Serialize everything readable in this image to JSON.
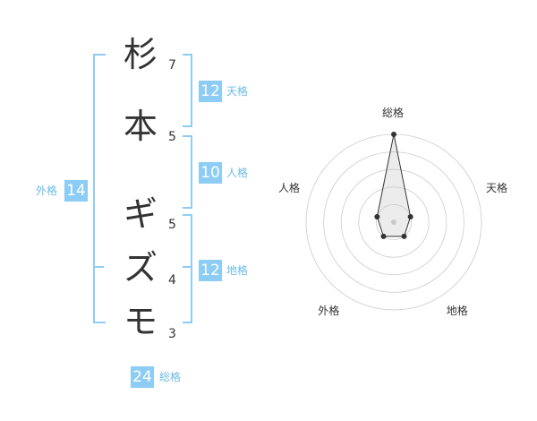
{
  "name": {
    "characters": [
      {
        "char": "杉",
        "strokes": "7"
      },
      {
        "char": "本",
        "strokes": "5"
      },
      {
        "char": "ギ",
        "strokes": "5"
      },
      {
        "char": "ズ",
        "strokes": "4"
      },
      {
        "char": "モ",
        "strokes": "3"
      }
    ]
  },
  "fortune": {
    "tenkaku": {
      "value": "12",
      "label": "天格"
    },
    "jinkaku": {
      "value": "10",
      "label": "人格"
    },
    "chikaku": {
      "value": "12",
      "label": "地格"
    },
    "gaikaku": {
      "value": "14",
      "label": "外格"
    },
    "soukaku": {
      "value": "24",
      "label": "総格"
    }
  },
  "radar": {
    "axes": [
      "総格",
      "天格",
      "地格",
      "外格",
      "人格"
    ],
    "values": [
      5,
      1,
      1,
      1,
      1
    ],
    "max": 5
  },
  "colors": {
    "accent": "#8dcdf5",
    "label": "#6bbbe8",
    "text": "#333333"
  }
}
